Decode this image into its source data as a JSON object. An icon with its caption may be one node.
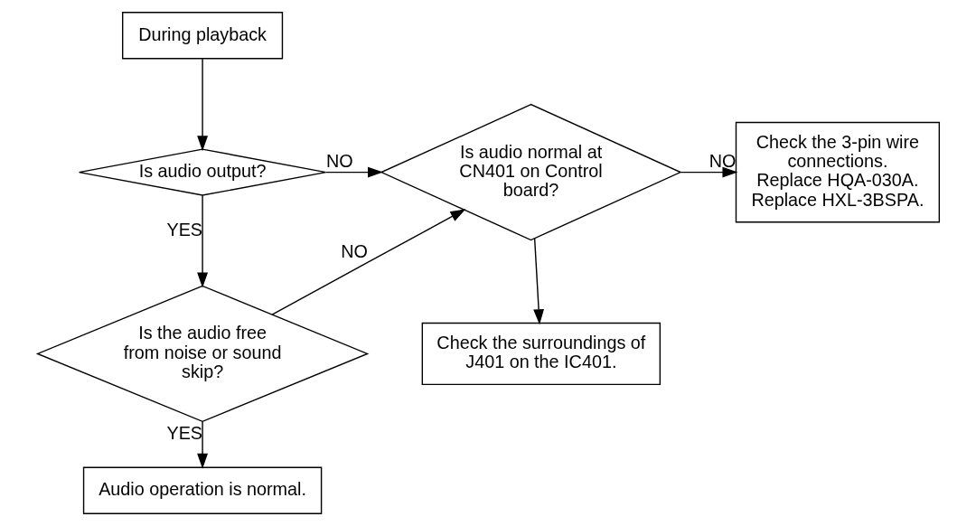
{
  "diagram": {
    "nodes": [
      {
        "text": [
          "During playback"
        ]
      },
      {
        "text": [
          "Is audio output?"
        ]
      },
      {
        "text": [
          "Is the audio free from noise or sound skip?"
        ]
      },
      {
        "text": [
          "Audio operation is normal."
        ]
      },
      {
        "text": [
          "Is audio normal at CN401 on Control board?"
        ]
      },
      {
        "text": [
          "Check the 3-pin wire connections.",
          "Replace HQA-030A.",
          "Replace HXL-3BSPA."
        ]
      },
      {
        "text": [
          "Check the surroundings of J401 on the IC401."
        ]
      }
    ],
    "edges": [
      {
        "from": 0,
        "to": 1,
        "arrow": "to"
      },
      {
        "from": 1,
        "to": 2,
        "arrow": "to",
        "label": "YES"
      },
      {
        "from": 2,
        "to": 3,
        "arrow": "to",
        "label": "YES"
      },
      {
        "from": 1,
        "to": 4,
        "arrow": "to",
        "label": "NO"
      },
      {
        "from": 2,
        "to": 4,
        "arrow": "to",
        "label": "NO"
      },
      {
        "from": 4,
        "to": 5,
        "arrow": "to",
        "label": "NO"
      },
      {
        "from": 4,
        "to": 6,
        "arrow": "to"
      }
    ]
  }
}
